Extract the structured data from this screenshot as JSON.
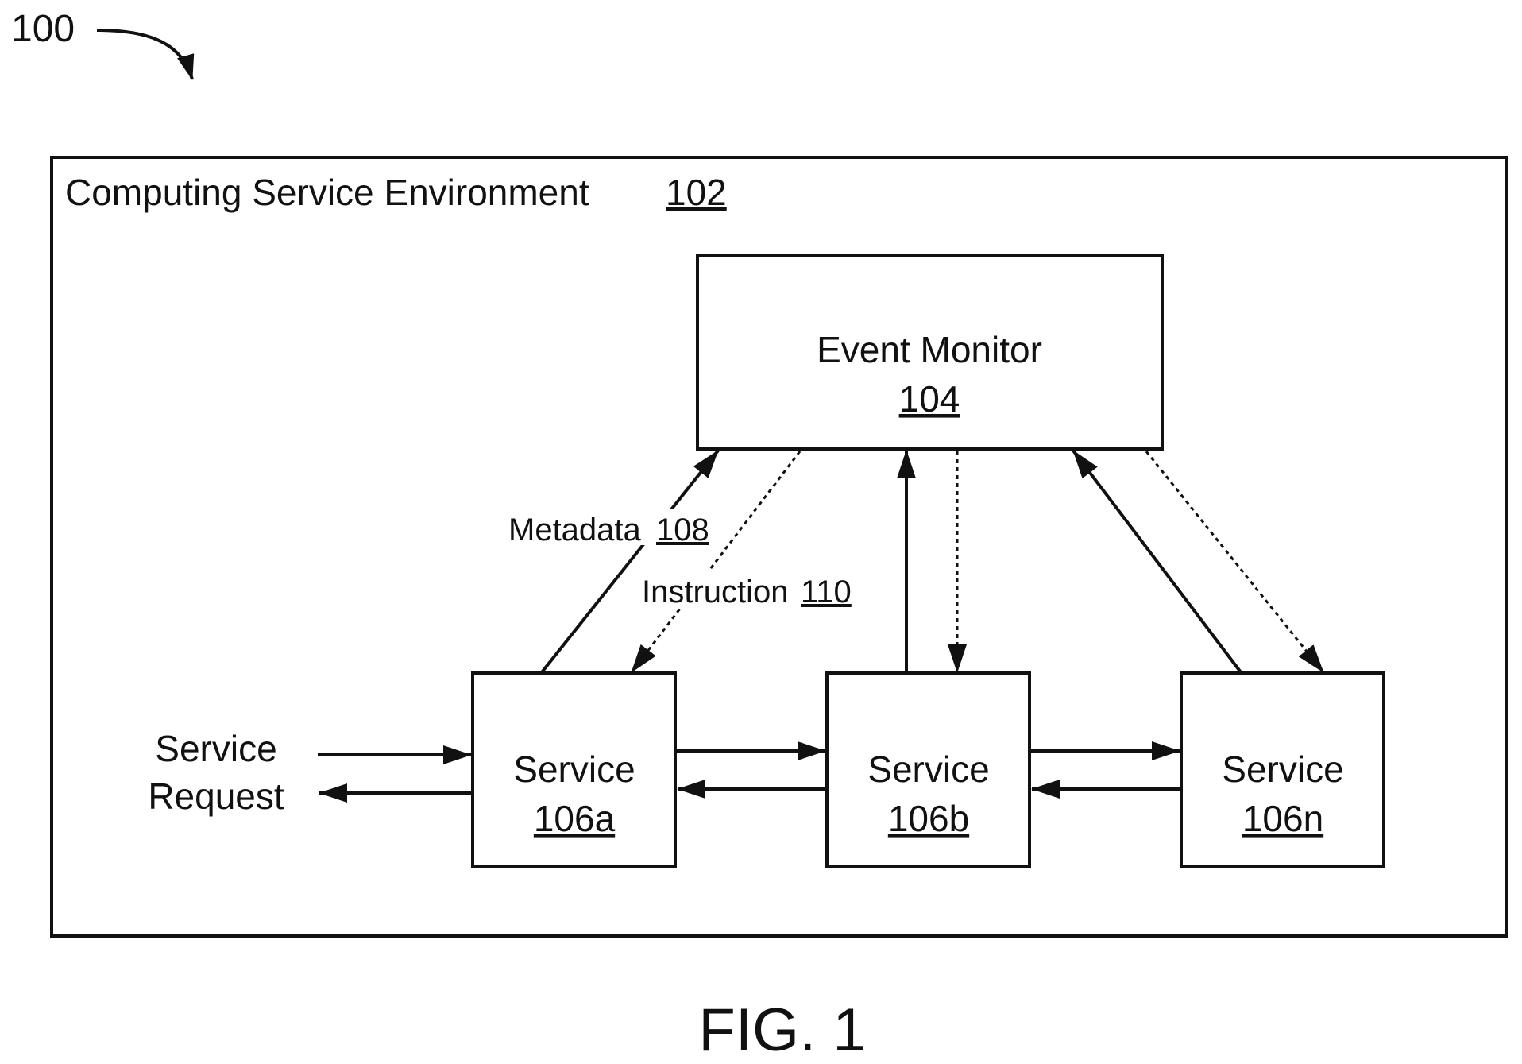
{
  "figure": {
    "ref_numeral": "100",
    "caption": "FIG. 1"
  },
  "environment": {
    "label": "Computing Service Environment",
    "numeral": "102"
  },
  "event_monitor": {
    "label": "Event Monitor",
    "numeral": "104"
  },
  "services": [
    {
      "label": "Service",
      "numeral": "106a"
    },
    {
      "label": "Service",
      "numeral": "106b"
    },
    {
      "label": "Service",
      "numeral": "106n"
    }
  ],
  "service_request": {
    "line1": "Service",
    "line2": "Request"
  },
  "metadata": {
    "label": "Metadata",
    "numeral": "108"
  },
  "instruction": {
    "label": "Instruction",
    "numeral": "110"
  }
}
